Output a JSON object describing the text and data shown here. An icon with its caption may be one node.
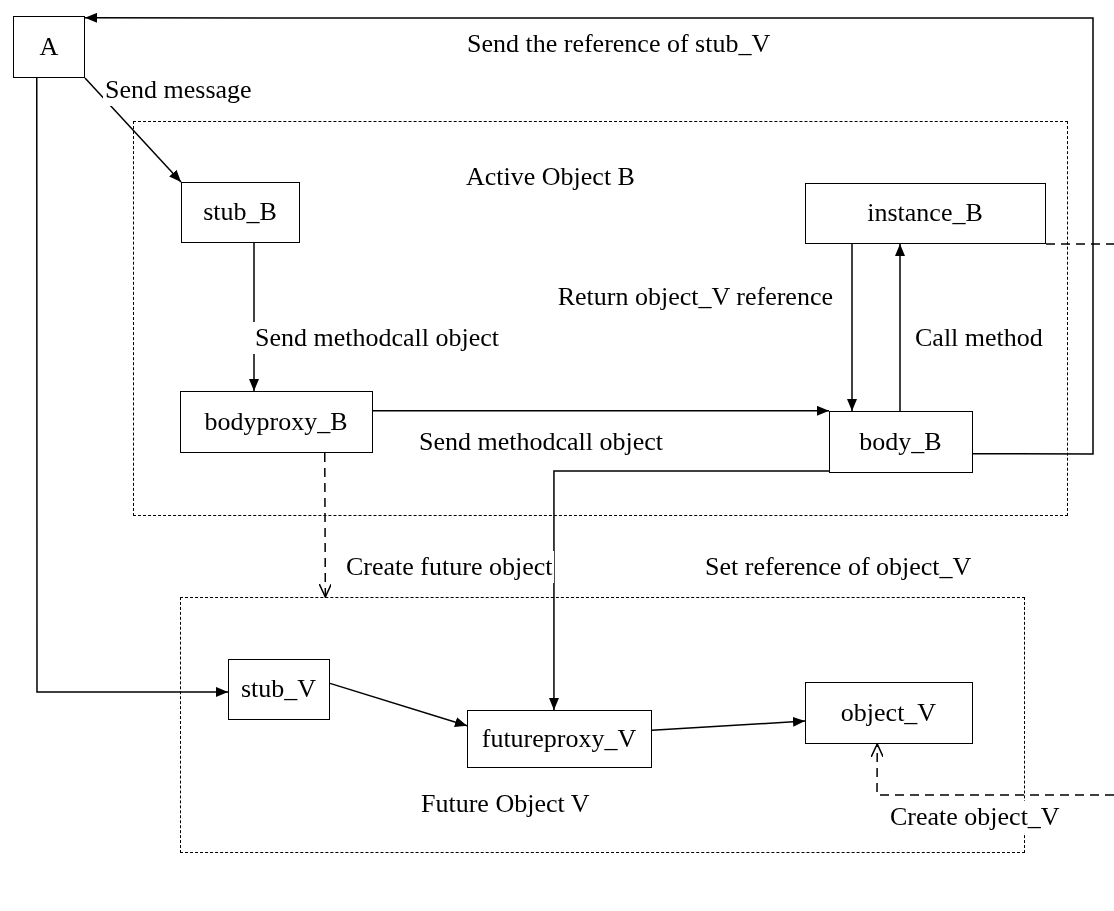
{
  "diagram": {
    "nodes": [
      {
        "text": [
          "A"
        ]
      },
      {
        "text": [
          "Active Object B"
        ]
      },
      {
        "text": [
          "stub_B"
        ],
        "in": 1
      },
      {
        "text": [
          "instance_B"
        ],
        "in": 1
      },
      {
        "text": [
          "bodyproxy_B"
        ],
        "in": 1
      },
      {
        "text": [
          "body_B"
        ],
        "in": 1
      },
      {
        "text": [
          "Future Object V"
        ]
      },
      {
        "text": [
          "stub_V"
        ],
        "in": 6
      },
      {
        "text": [
          "futureproxy_V"
        ],
        "in": 6
      },
      {
        "text": [
          "object_V"
        ],
        "in": 6
      }
    ],
    "edges": [
      {
        "from": 5,
        "to": 0,
        "arrow": "to",
        "label": "Send the reference of stub_V"
      },
      {
        "from": 0,
        "to": 2,
        "arrow": "to",
        "label": "Send message"
      },
      {
        "from": 2,
        "to": 4,
        "arrow": "to",
        "label": "Send methodcall object"
      },
      {
        "from": 4,
        "to": 5,
        "arrow": "to",
        "label": "Send methodcall object"
      },
      {
        "from": 3,
        "to": 5,
        "arrow": "to",
        "label": "Return object_V reference"
      },
      {
        "from": 5,
        "to": 3,
        "arrow": "to",
        "label": "Call method"
      },
      {
        "from": 0,
        "to": 7,
        "arrow": "to"
      },
      {
        "from": 4,
        "to": 6,
        "arrow": "to",
        "label": "Create future object",
        "style": "dashed"
      },
      {
        "from": 5,
        "to": 8,
        "arrow": "to",
        "label": "Set reference of object_V"
      },
      {
        "from": 7,
        "to": 8,
        "arrow": "to"
      },
      {
        "from": 8,
        "to": 9,
        "arrow": "to"
      },
      {
        "from": null,
        "to": 9,
        "arrow": "to",
        "label": "Create object_V",
        "style": "dashed"
      },
      {
        "from": 3,
        "to": null,
        "arrow": "none",
        "style": "dashed"
      }
    ]
  }
}
